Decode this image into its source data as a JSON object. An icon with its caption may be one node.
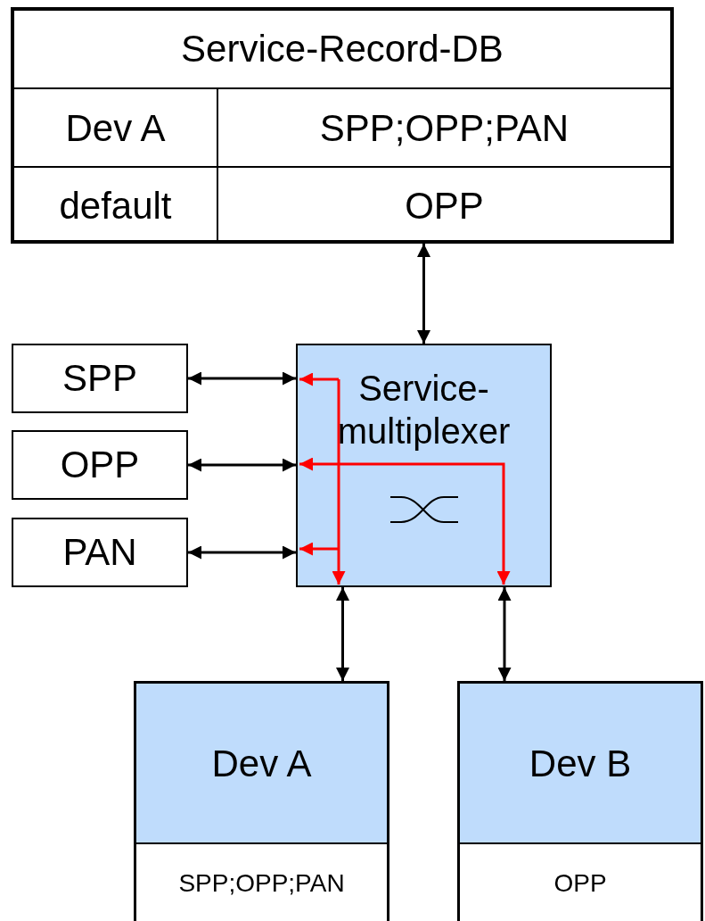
{
  "diagram": {
    "nodes": [
      {
        "text": [
          "Service-Record-DB"
        ]
      },
      {
        "text": [
          "SPP"
        ]
      },
      {
        "text": [
          "OPP"
        ]
      },
      {
        "text": [
          "PAN"
        ]
      },
      {
        "text": [
          "Service-multiplexer"
        ]
      },
      {
        "text": [
          "Dev A",
          "SPP;OPP;PAN"
        ]
      },
      {
        "text": [
          "Dev B",
          "OPP"
        ]
      }
    ],
    "edges": [
      {
        "from": 0,
        "to": 4,
        "arrow": "both"
      },
      {
        "from": 1,
        "to": 4,
        "arrow": "both"
      },
      {
        "from": 2,
        "to": 4,
        "arrow": "both"
      },
      {
        "from": 3,
        "to": 4,
        "arrow": "both"
      },
      {
        "from": 4,
        "to": 5,
        "arrow": "both"
      },
      {
        "from": 4,
        "to": 6,
        "arrow": "both"
      }
    ],
    "labels": [
      "Dev A",
      "SPP;OPP;PAN",
      "default",
      "OPP"
    ]
  }
}
